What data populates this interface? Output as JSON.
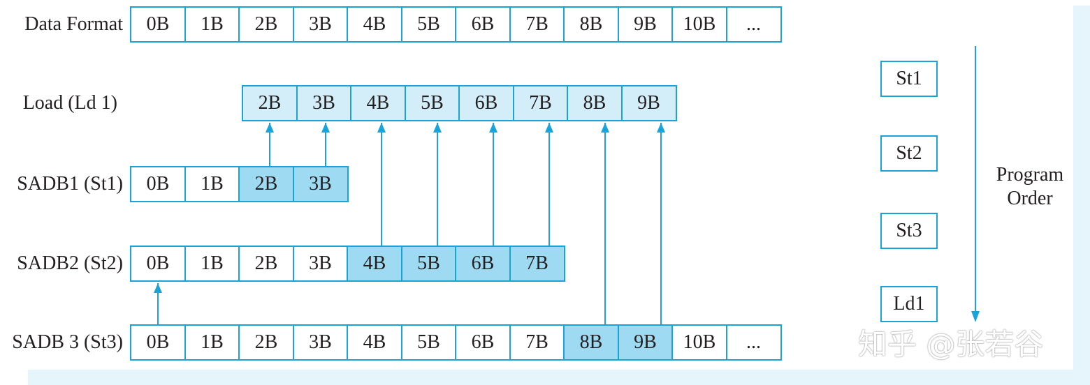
{
  "rows": [
    {
      "label": "Data Format",
      "start": 0,
      "cells": [
        {
          "text": "0B",
          "shade": "none"
        },
        {
          "text": "1B",
          "shade": "none"
        },
        {
          "text": "2B",
          "shade": "none"
        },
        {
          "text": "3B",
          "shade": "none"
        },
        {
          "text": "4B",
          "shade": "none"
        },
        {
          "text": "5B",
          "shade": "none"
        },
        {
          "text": "6B",
          "shade": "none"
        },
        {
          "text": "7B",
          "shade": "none"
        },
        {
          "text": "8B",
          "shade": "none"
        },
        {
          "text": "9B",
          "shade": "none"
        },
        {
          "text": "10B",
          "shade": "none"
        },
        {
          "text": "...",
          "shade": "none"
        }
      ]
    },
    {
      "label": "Load (Ld 1)",
      "start": 2,
      "cells": [
        {
          "text": "2B",
          "shade": "light"
        },
        {
          "text": "3B",
          "shade": "light"
        },
        {
          "text": "4B",
          "shade": "light"
        },
        {
          "text": "5B",
          "shade": "light"
        },
        {
          "text": "6B",
          "shade": "light"
        },
        {
          "text": "7B",
          "shade": "light"
        },
        {
          "text": "8B",
          "shade": "light"
        },
        {
          "text": "9B",
          "shade": "light"
        }
      ]
    },
    {
      "label": "SADB1 (St1)",
      "start": 0,
      "cells": [
        {
          "text": "0B",
          "shade": "none"
        },
        {
          "text": "1B",
          "shade": "none"
        },
        {
          "text": "2B",
          "shade": "mid"
        },
        {
          "text": "3B",
          "shade": "mid"
        }
      ]
    },
    {
      "label": "SADB2 (St2)",
      "start": 0,
      "cells": [
        {
          "text": "0B",
          "shade": "none"
        },
        {
          "text": "1B",
          "shade": "none"
        },
        {
          "text": "2B",
          "shade": "none"
        },
        {
          "text": "3B",
          "shade": "none"
        },
        {
          "text": "4B",
          "shade": "mid"
        },
        {
          "text": "5B",
          "shade": "mid"
        },
        {
          "text": "6B",
          "shade": "mid"
        },
        {
          "text": "7B",
          "shade": "mid"
        }
      ]
    },
    {
      "label": "SADB 3 (St3)",
      "start": 0,
      "cells": [
        {
          "text": "0B",
          "shade": "none"
        },
        {
          "text": "1B",
          "shade": "none"
        },
        {
          "text": "2B",
          "shade": "none"
        },
        {
          "text": "3B",
          "shade": "none"
        },
        {
          "text": "4B",
          "shade": "none"
        },
        {
          "text": "5B",
          "shade": "none"
        },
        {
          "text": "6B",
          "shade": "none"
        },
        {
          "text": "7B",
          "shade": "none"
        },
        {
          "text": "8B",
          "shade": "mid"
        },
        {
          "text": "9B",
          "shade": "mid"
        },
        {
          "text": "10B",
          "shade": "none"
        },
        {
          "text": "...",
          "shade": "none"
        }
      ]
    }
  ],
  "arrows": [
    {
      "col": 2,
      "from_row": 2,
      "to_row": 1
    },
    {
      "col": 3,
      "from_row": 2,
      "to_row": 1
    },
    {
      "col": 4,
      "from_row": 3,
      "to_row": 1
    },
    {
      "col": 5,
      "from_row": 3,
      "to_row": 1
    },
    {
      "col": 6,
      "from_row": 3,
      "to_row": 1
    },
    {
      "col": 7,
      "from_row": 3,
      "to_row": 1
    },
    {
      "col": 8,
      "from_row": 4,
      "to_row": 1
    },
    {
      "col": 9,
      "from_row": 4,
      "to_row": 1
    },
    {
      "col": 0,
      "from_row": 4,
      "to_row": 3
    }
  ],
  "program_order": {
    "ops": [
      "St1",
      "St2",
      "St3",
      "Ld1"
    ],
    "label_line1": "Program",
    "label_line2": "Order"
  },
  "watermark": "知乎 @张若谷",
  "colors": {
    "border": "#1aa3d9",
    "light_fill": "#d3eef9",
    "mid_fill": "#9fdaf3",
    "frame": "#e6f4fb",
    "arrow": "#1aa3d9"
  }
}
